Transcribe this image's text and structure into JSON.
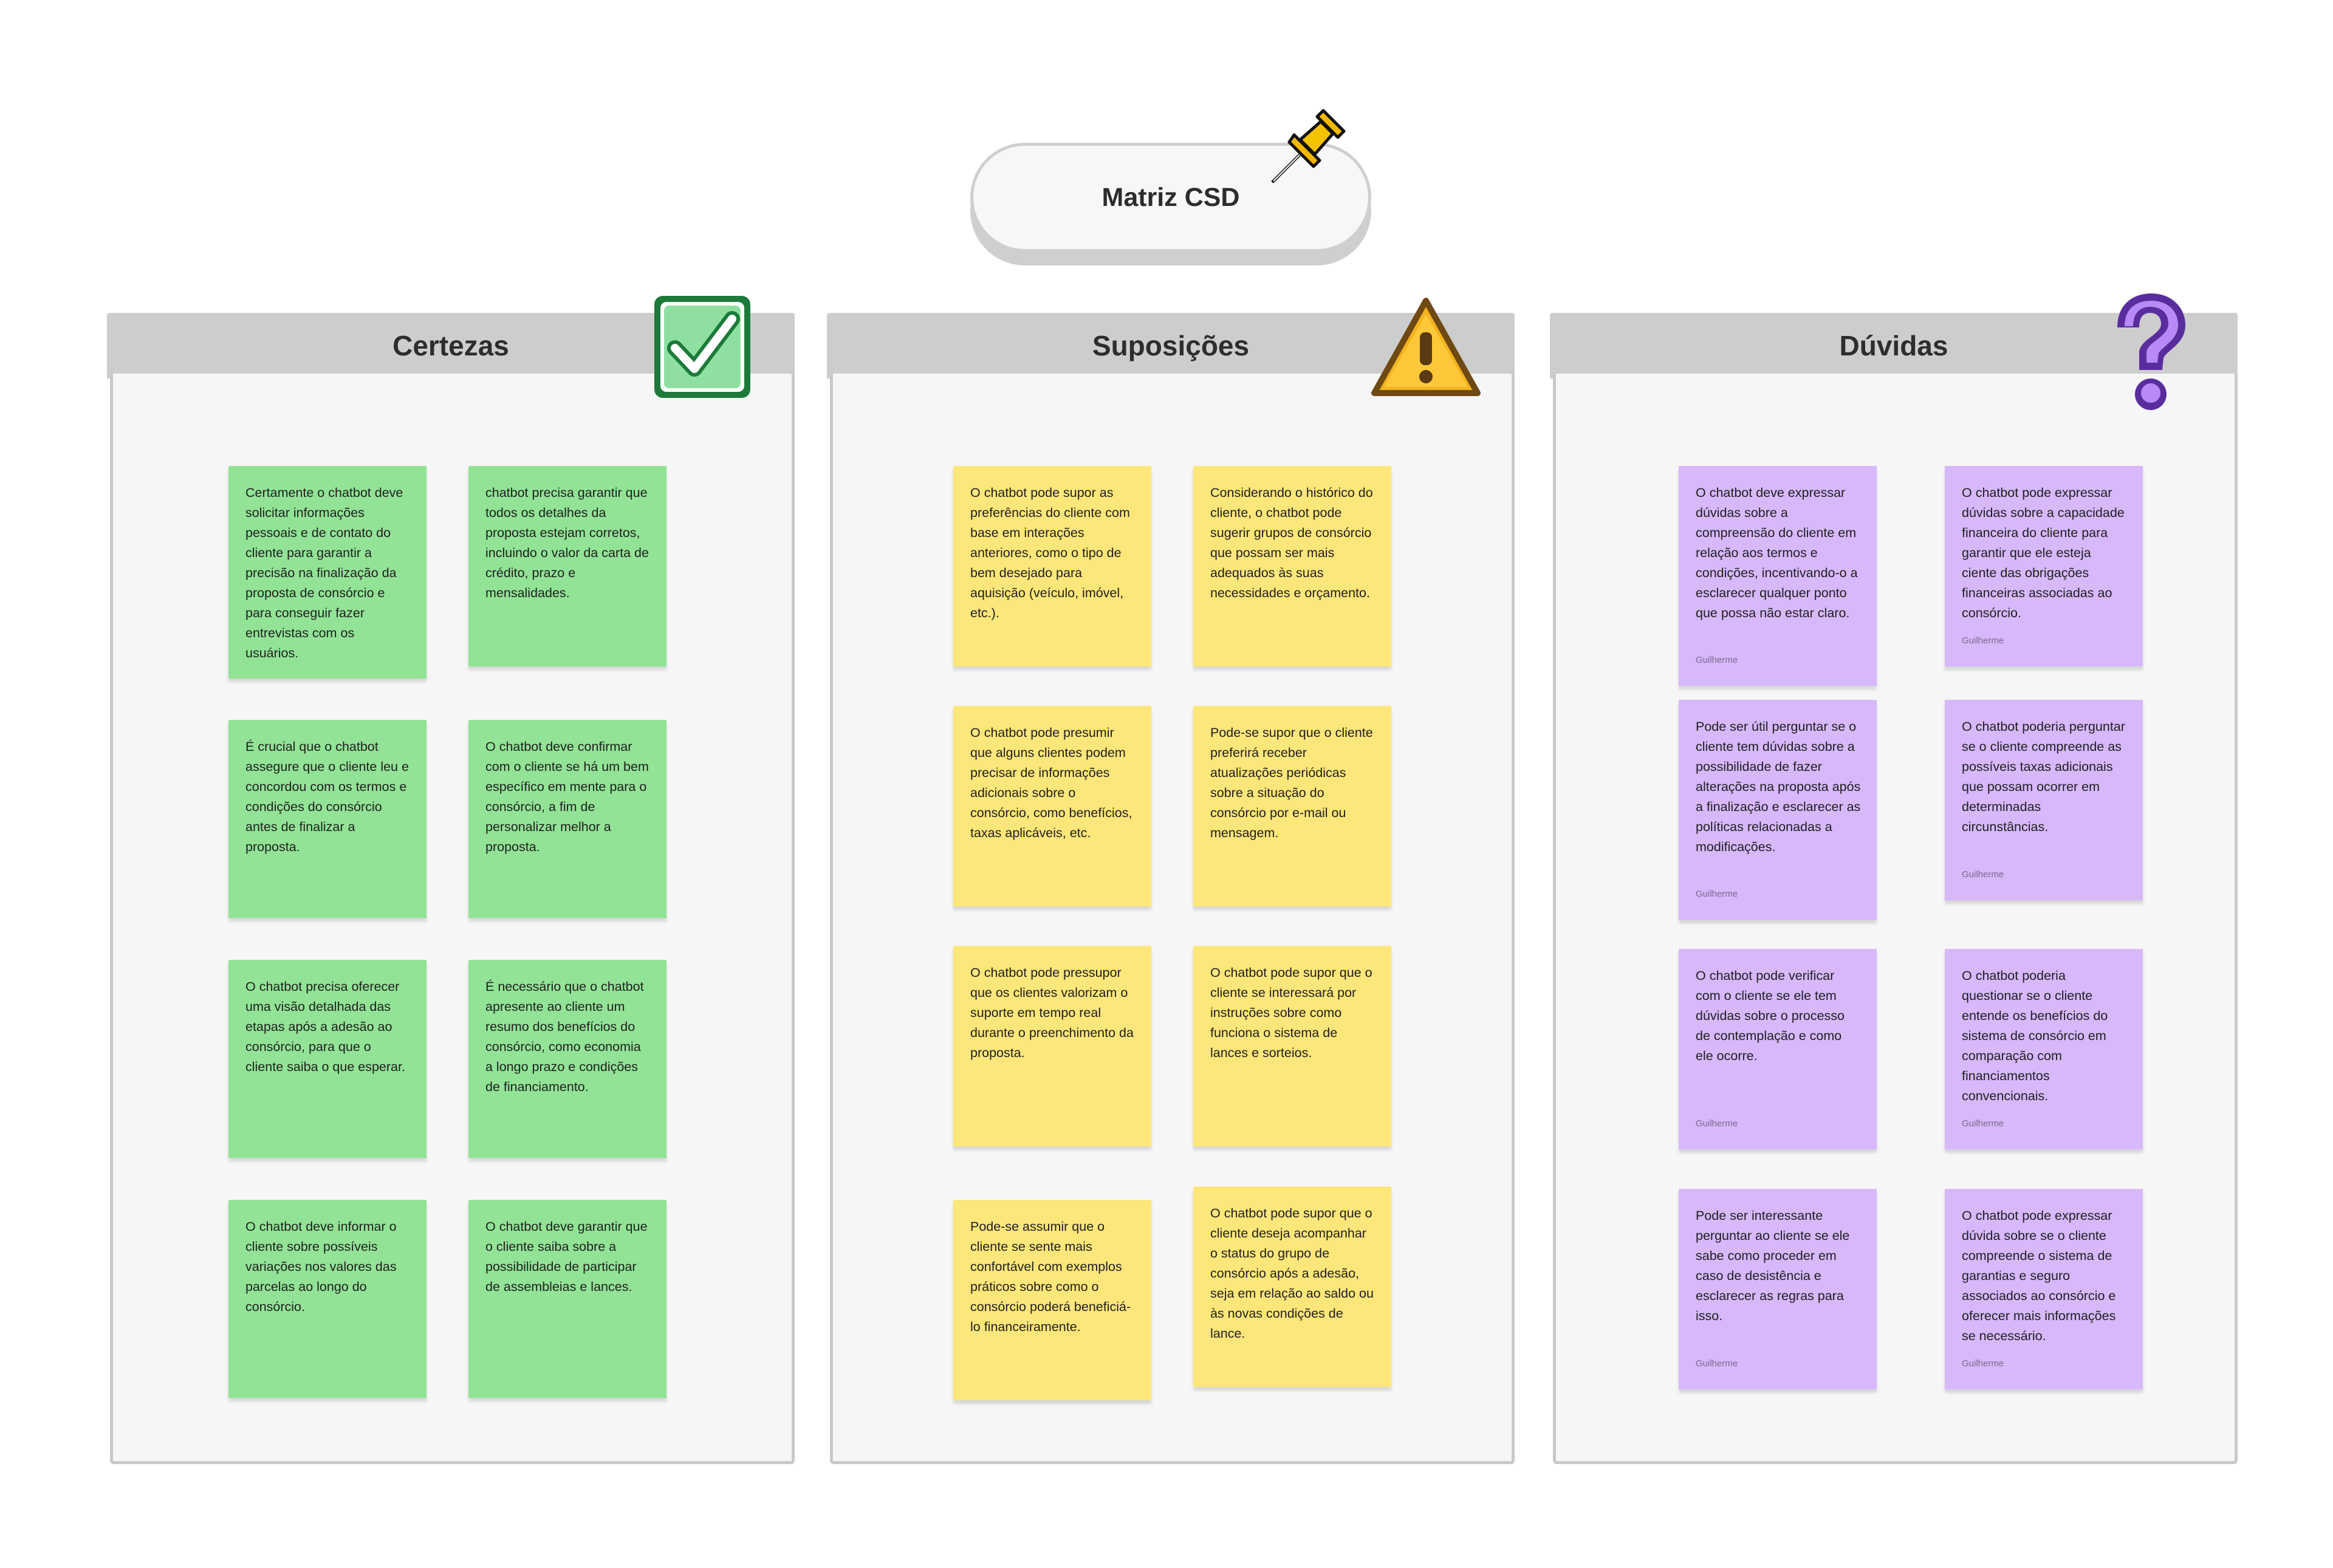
{
  "board": {
    "title": "Matriz CSD"
  },
  "columns": {
    "certezas": {
      "title": "Certezas",
      "icon": "check-mark-icon"
    },
    "suposicoes": {
      "title": "Suposições",
      "icon": "warning-icon"
    },
    "duvidas": {
      "title": "Dúvidas",
      "icon": "question-mark-icon"
    }
  },
  "colors": {
    "green": "#92e396",
    "yellow": "#fde67a",
    "purple": "#d7b8fb",
    "header": "#cdcdcd"
  },
  "notes": {
    "certezas": [
      {
        "text": "Certamente o chatbot deve solicitar informações pessoais e de contato do cliente para garantir a precisão na finalização da proposta de consórcio e para conseguir fazer entrevistas com os usuários."
      },
      {
        "text": " chatbot precisa garantir que todos os detalhes da proposta estejam corretos, incluindo o valor da carta de crédito, prazo e mensalidades."
      },
      {
        "text": "É crucial que o chatbot assegure que o cliente leu e concordou com os termos e condições do consórcio antes de finalizar a proposta."
      },
      {
        "text": "O chatbot deve confirmar com o cliente se há um bem específico em mente para o consórcio, a fim de personalizar melhor a proposta."
      },
      {
        "text": "O chatbot precisa oferecer uma visão detalhada das etapas após a adesão ao consórcio, para que o cliente saiba o que esperar."
      },
      {
        "text": "É necessário que o chatbot apresente ao cliente um resumo dos benefícios do consórcio, como economia a longo prazo e condições de financiamento."
      },
      {
        "text": "O chatbot deve informar o cliente sobre possíveis variações nos valores das parcelas ao longo do consórcio."
      },
      {
        "text": "O chatbot deve garantir que o cliente saiba sobre a possibilidade de participar de assembleias e lances."
      }
    ],
    "suposicoes": [
      {
        "text": "O chatbot pode supor as preferências do cliente com base em interações anteriores, como o tipo de bem desejado para aquisição (veículo, imóvel, etc.)."
      },
      {
        "text": "Considerando o histórico do cliente, o chatbot pode sugerir grupos de consórcio que possam ser mais adequados às suas necessidades e orçamento."
      },
      {
        "text": "O chatbot pode presumir que alguns clientes podem precisar de informações adicionais sobre o consórcio, como benefícios, taxas aplicáveis, etc."
      },
      {
        "text": "Pode-se supor que o cliente preferirá receber atualizações periódicas sobre a situação do consórcio por e-mail ou mensagem."
      },
      {
        "text": "O chatbot pode pressupor que os clientes valorizam o suporte em tempo real durante o preenchimento da proposta."
      },
      {
        "text": "O chatbot pode supor que o cliente se interessará por instruções sobre como funciona o sistema de lances e sorteios."
      },
      {
        "text": "Pode-se assumir que o cliente se sente mais confortável com exemplos práticos sobre como o consórcio poderá beneficiá-lo financeiramente."
      },
      {
        "text": "O chatbot pode supor que o cliente deseja acompanhar o status do grupo de consórcio após a adesão, seja em relação ao saldo ou às novas condições de lance."
      }
    ],
    "duvidas": [
      {
        "text": "O chatbot deve expressar dúvidas sobre a compreensão do cliente em relação aos termos e condições, incentivando-o a esclarecer qualquer ponto que possa não estar claro.",
        "author": "Guilherme"
      },
      {
        "text": "O chatbot pode expressar dúvidas sobre a capacidade financeira do cliente para garantir que ele esteja ciente das obrigações financeiras associadas ao consórcio.",
        "author": "Guilherme"
      },
      {
        "text": "Pode ser útil perguntar se o cliente tem dúvidas sobre a possibilidade de fazer alterações na proposta após a finalização e esclarecer as políticas relacionadas a modificações.",
        "author": "Guilherme"
      },
      {
        "text": "O chatbot poderia perguntar se o cliente compreende as possíveis taxas adicionais que possam ocorrer em determinadas circunstâncias.",
        "author": "Guilherme"
      },
      {
        "text": "O chatbot pode verificar com o cliente se ele tem dúvidas sobre o processo de contemplação e como ele ocorre.",
        "author": "Guilherme"
      },
      {
        "text": "O chatbot poderia questionar se o cliente entende os benefícios do sistema de consórcio em comparação com financiamentos convencionais.",
        "author": "Guilherme"
      },
      {
        "text": "Pode ser interessante perguntar ao cliente se ele sabe como proceder em caso de desistência e esclarecer as regras para isso.",
        "author": "Guilherme"
      },
      {
        "text": "O chatbot pode expressar dúvida sobre se o cliente compreende o sistema de garantias e seguro associados ao consórcio e oferecer mais informações se necessário.",
        "author": "Guilherme"
      }
    ]
  }
}
